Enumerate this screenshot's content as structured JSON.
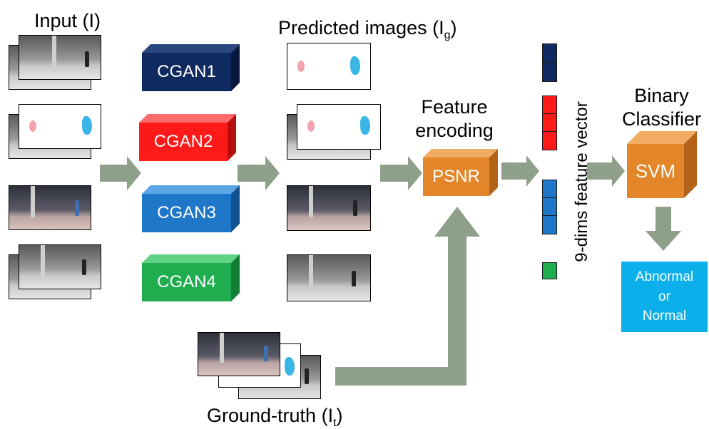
{
  "labels": {
    "input": "Input (I)",
    "predicted_main": "Predicted images (I",
    "predicted_sub": "g",
    "predicted_close": ")",
    "feature_line1": "Feature",
    "feature_line2": "encoding",
    "binary_line1": "Binary",
    "binary_line2": "Classifier",
    "ground_main": "Ground-truth (I",
    "ground_sub": "t",
    "ground_close": ")",
    "vector": "9-dims feature vector"
  },
  "boxes": {
    "cgan1": "CGAN1",
    "cgan2": "CGAN2",
    "cgan3": "CGAN3",
    "cgan4": "CGAN4",
    "psnr": "PSNR",
    "svm": "SVM"
  },
  "output": {
    "line1": "Abnormal",
    "line2": "or",
    "line3": "Normal"
  },
  "colors": {
    "cgan1": "#0f2a5e",
    "cgan2": "#ff1a1a",
    "cgan3": "#1f77c9",
    "cgan4": "#1fad4f",
    "orange": "#e3862a",
    "arrow": "#8fa08a",
    "output": "#0bb0ea"
  }
}
